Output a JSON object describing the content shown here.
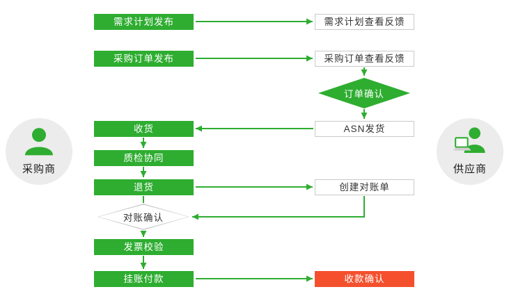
{
  "diagram": {
    "type": "flowchart",
    "colors": {
      "primary_green": "#2ead30",
      "alert_red": "#f4502e",
      "node_border": "#c9c9c9",
      "node_background": "#ffffff",
      "role_circle_background": "#ececec",
      "text_dark": "#333333"
    },
    "roles": {
      "buyer": {
        "label": "采购商",
        "icon": "buyer-person-icon"
      },
      "supplier": {
        "label": "供应商",
        "icon": "supplier-laptop-person-icon"
      }
    },
    "buyer_steps": [
      {
        "label": "需求计划发布",
        "shape": "rect",
        "style": "green"
      },
      {
        "label": "采购订单发布",
        "shape": "rect",
        "style": "green"
      },
      {
        "label": "收货",
        "shape": "rect",
        "style": "green"
      },
      {
        "label": "质检协同",
        "shape": "rect",
        "style": "green"
      },
      {
        "label": "退货",
        "shape": "rect",
        "style": "green"
      },
      {
        "label": "对账确认",
        "shape": "diamond",
        "style": "white"
      },
      {
        "label": "发票校验",
        "shape": "rect",
        "style": "green"
      },
      {
        "label": "挂账付款",
        "shape": "rect",
        "style": "green"
      }
    ],
    "supplier_steps": [
      {
        "label": "需求计划查看反馈",
        "shape": "rect",
        "style": "white"
      },
      {
        "label": "采购订单查看反馈",
        "shape": "rect",
        "style": "white"
      },
      {
        "label": "订单确认",
        "shape": "diamond",
        "style": "green"
      },
      {
        "label": "ASN发货",
        "shape": "rect",
        "style": "white"
      },
      {
        "label": "创建对账单",
        "shape": "rect",
        "style": "white"
      },
      {
        "label": "收款确认",
        "shape": "rect",
        "style": "red"
      }
    ],
    "edges": [
      {
        "from": "需求计划发布",
        "to": "需求计划查看反馈"
      },
      {
        "from": "采购订单发布",
        "to": "采购订单查看反馈"
      },
      {
        "from": "采购订单查看反馈",
        "to": "订单确认"
      },
      {
        "from": "订单确认",
        "to": "ASN发货"
      },
      {
        "from": "ASN发货",
        "to": "收货"
      },
      {
        "from": "收货",
        "to": "质检协同"
      },
      {
        "from": "质检协同",
        "to": "退货"
      },
      {
        "from": "退货",
        "to": "创建对账单"
      },
      {
        "from": "退货",
        "to": "对账确认"
      },
      {
        "from": "创建对账单",
        "to": "对账确认"
      },
      {
        "from": "对账确认",
        "to": "发票校验"
      },
      {
        "from": "发票校验",
        "to": "挂账付款"
      },
      {
        "from": "挂账付款",
        "to": "收款确认"
      }
    ]
  }
}
